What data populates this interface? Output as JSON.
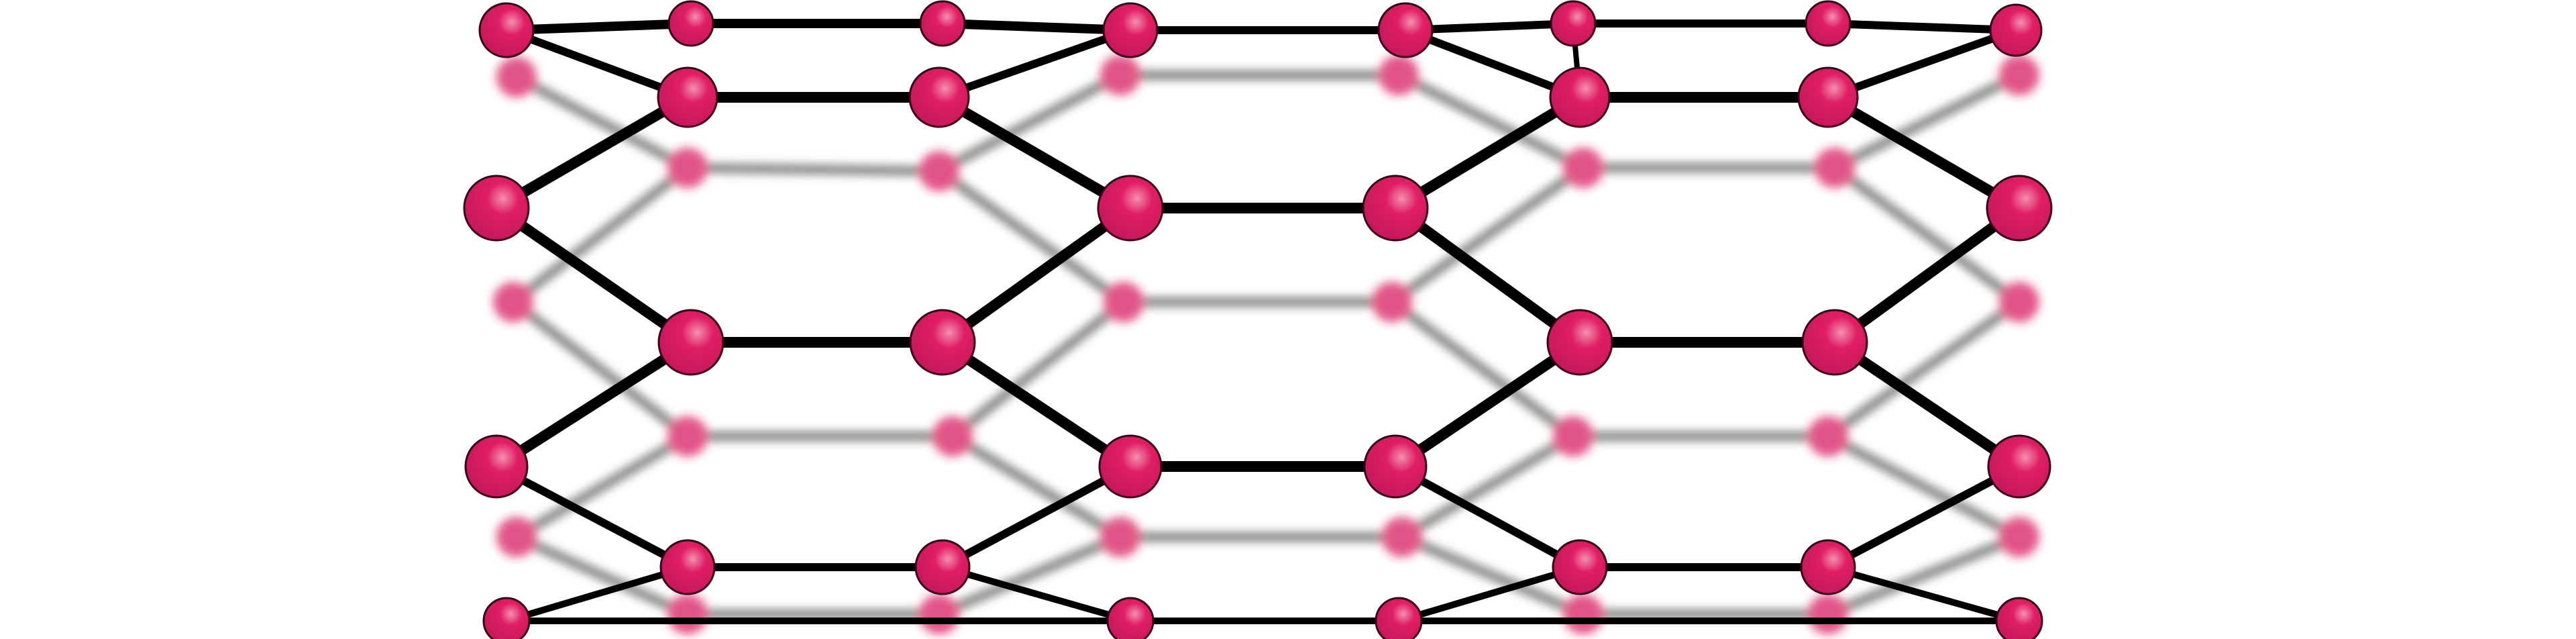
{
  "diagram": {
    "kind": "hexagonal lattice (carbon nanotube side view)",
    "colors": {
      "atom_fill": "#d81b60",
      "atom_highlight": "#f06292",
      "atom_stroke": "#3a0015",
      "bond": "#000000",
      "back_bond": "#555555",
      "background": "#ffffff"
    },
    "layers": [
      "back",
      "front"
    ]
  }
}
